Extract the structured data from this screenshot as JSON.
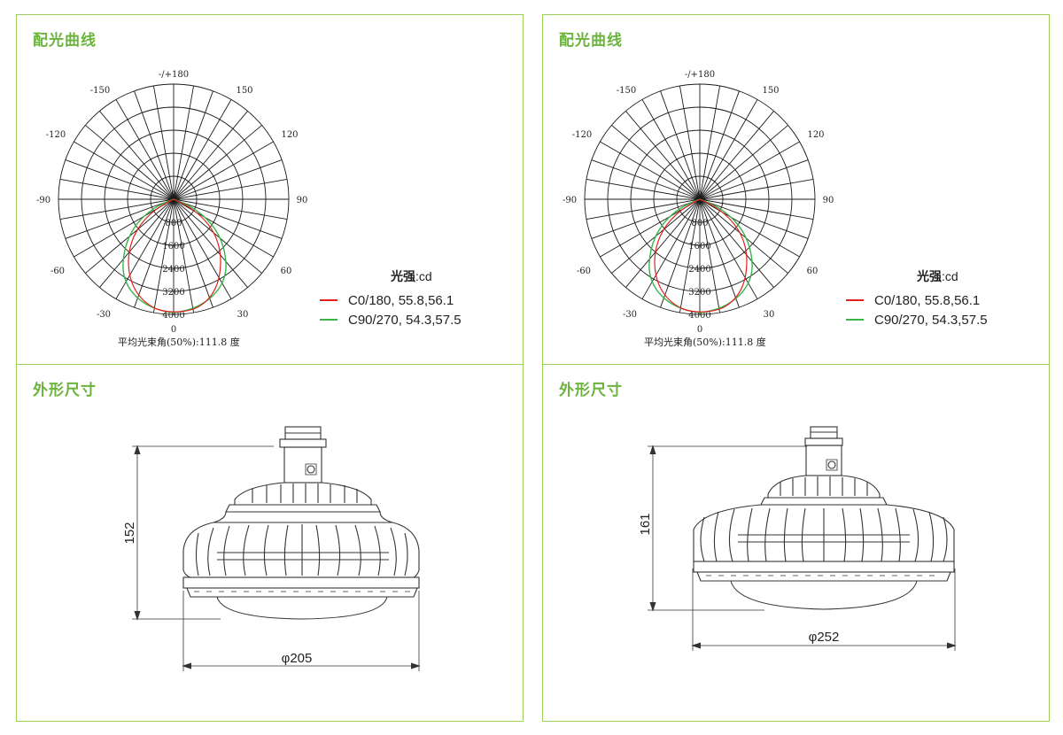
{
  "panels": {
    "left": {
      "curve_title": "配光曲线",
      "dim_title": "外形尺寸",
      "height_dim": "152",
      "diameter_dim": "φ205"
    },
    "right": {
      "curve_title": "配光曲线",
      "dim_title": "外形尺寸",
      "height_dim": "161",
      "diameter_dim": "φ252"
    }
  },
  "polar": {
    "angle_labels": {
      "top": "-/+180",
      "m150": "-150",
      "p150": "150",
      "m120": "-120",
      "p120": "120",
      "m90": "-90",
      "p90": "90",
      "m60": "-60",
      "p60": "60",
      "m30": "-30",
      "p30": "30",
      "bottom": "0"
    },
    "center_label": "0",
    "radial_labels": [
      "800",
      "1600",
      "2400",
      "3200",
      "4000"
    ],
    "beam_angle": "平均光束角(50%):111.8 度"
  },
  "legend": {
    "title_bold": "光强",
    "title_rest": ":cd",
    "entries": [
      {
        "label": "C0/180, 55.8,56.1",
        "color": "#e02020"
      },
      {
        "label": "C90/270, 54.3,57.5",
        "color": "#39b54a"
      }
    ]
  },
  "colors": {
    "accent": "#6cb33e",
    "border": "#9ecf5d",
    "grid": "#1a1a1a",
    "c0": "#e02020",
    "c90": "#39b54a"
  }
}
